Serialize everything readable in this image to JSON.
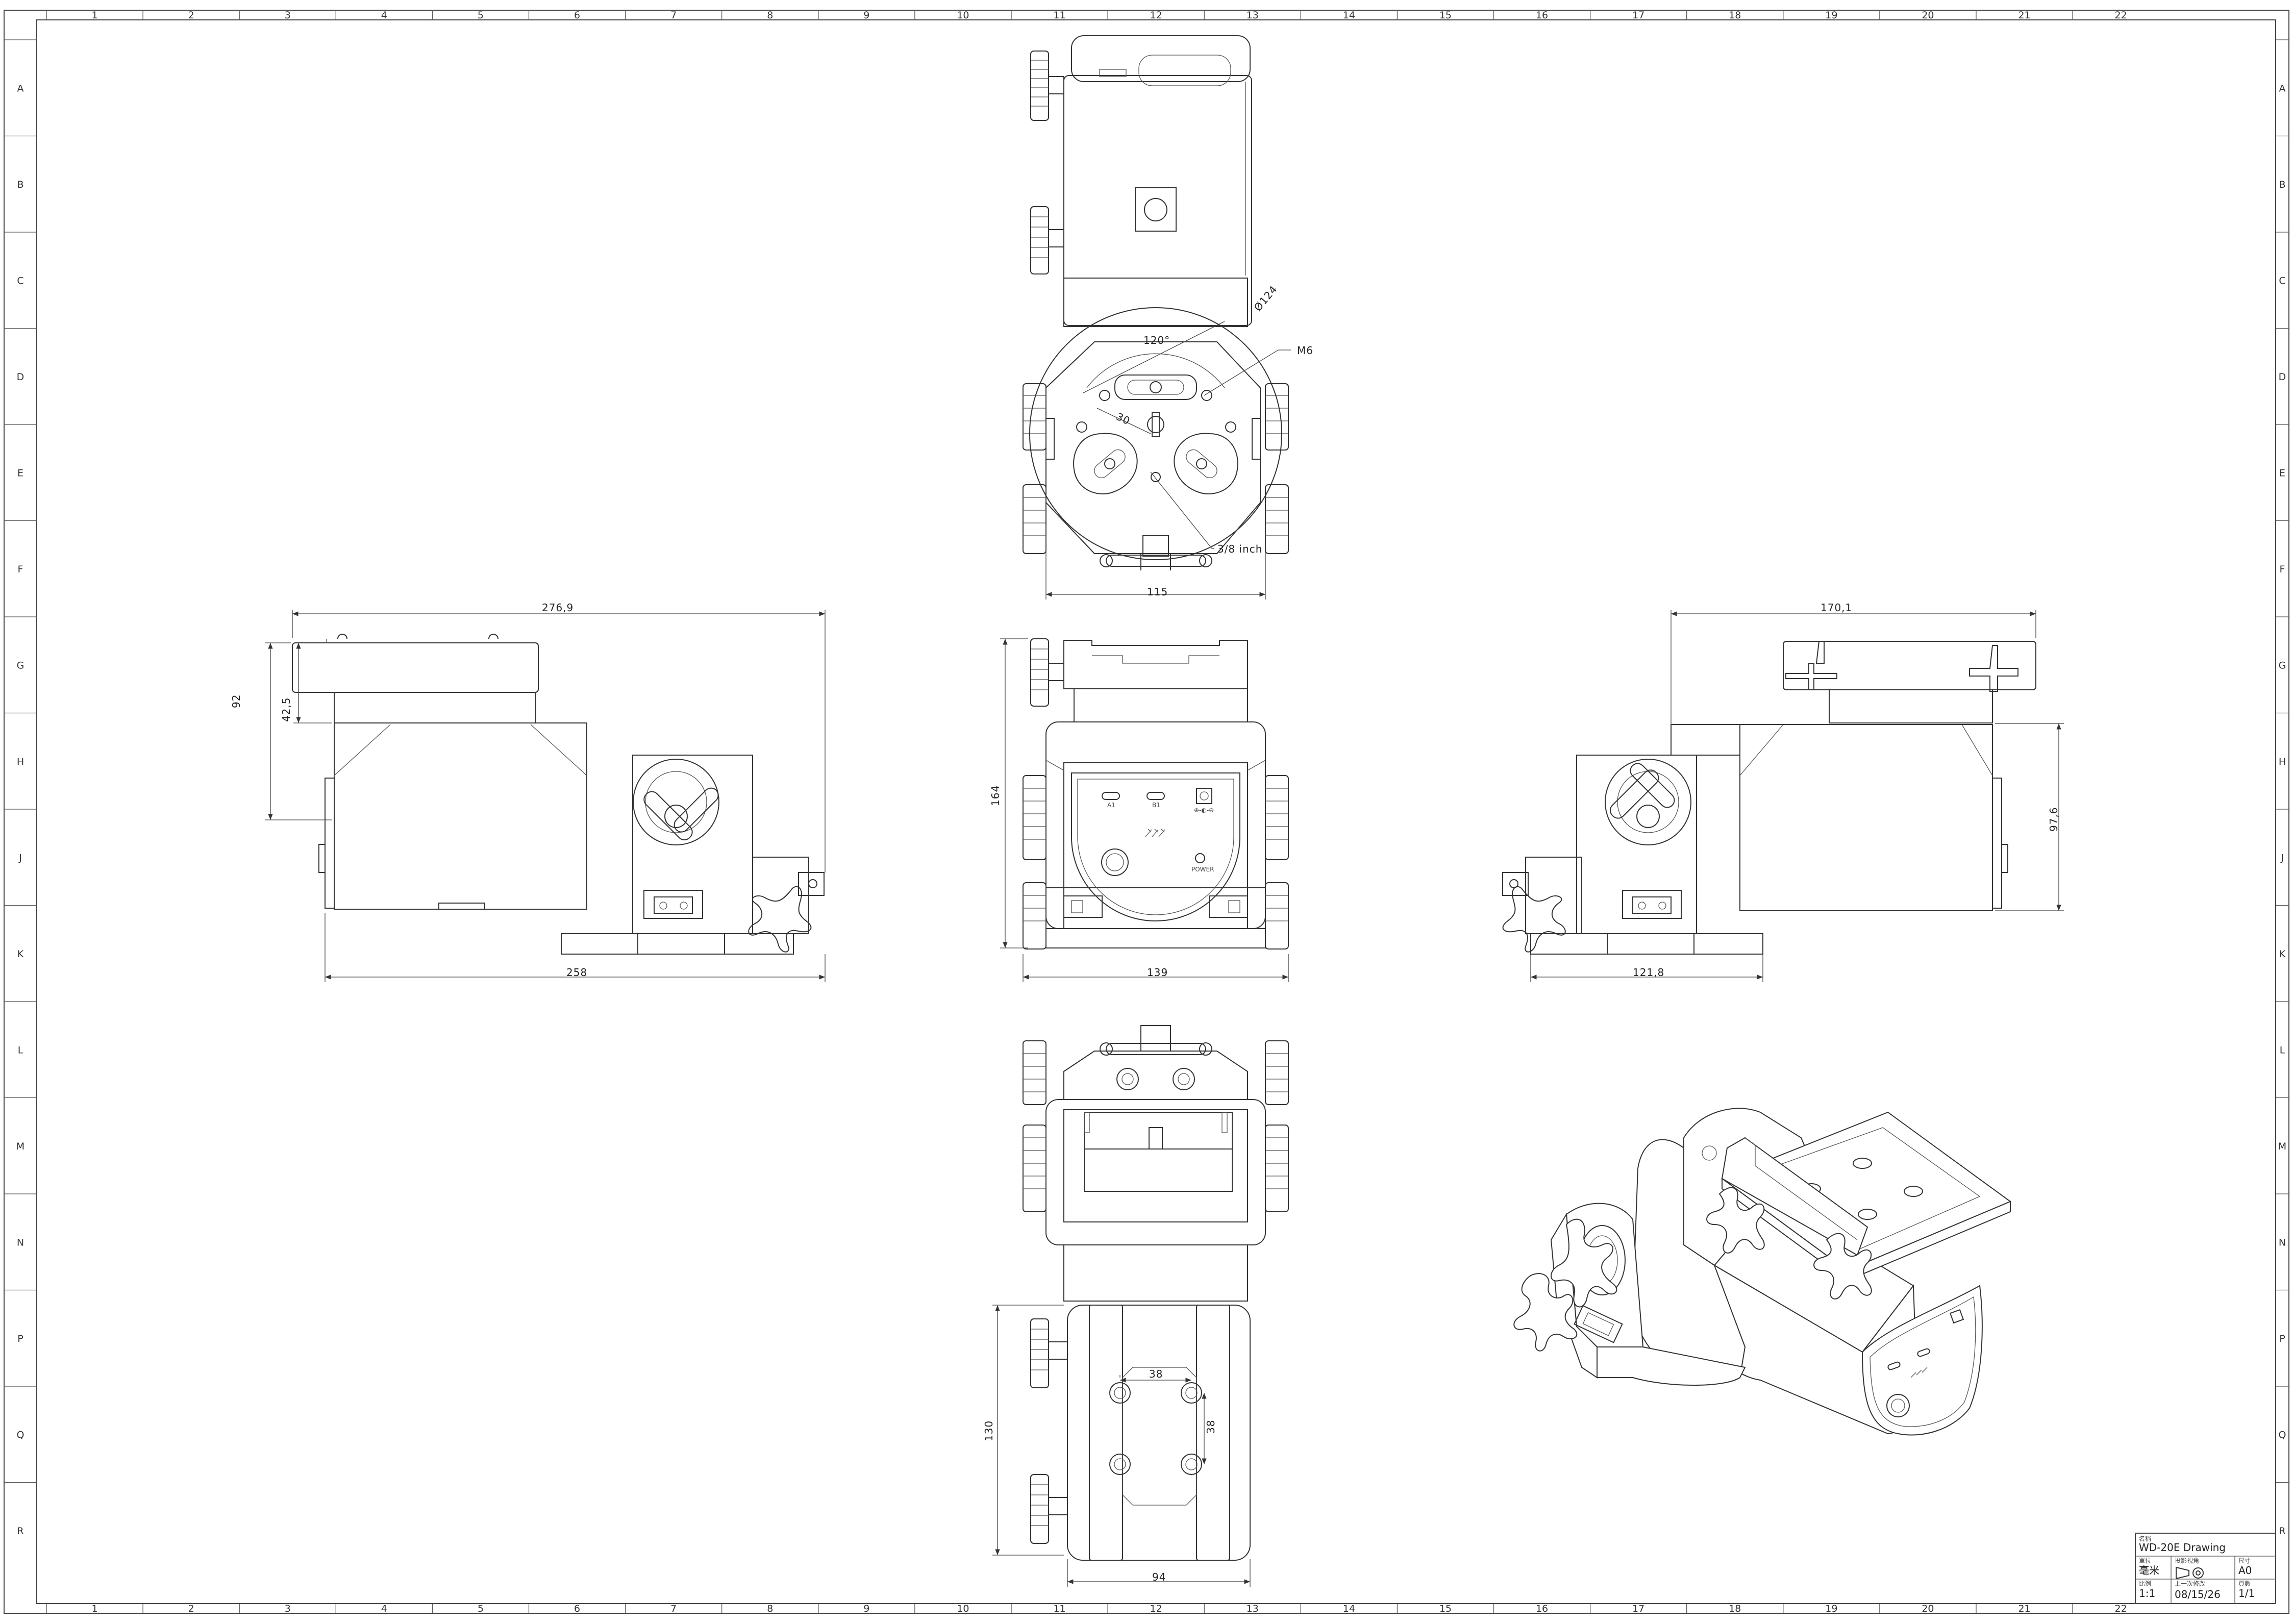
{
  "grid": {
    "columns": [
      "1",
      "2",
      "3",
      "4",
      "5",
      "6",
      "7",
      "8",
      "9",
      "10",
      "11",
      "12",
      "13",
      "14",
      "15",
      "16",
      "17",
      "18",
      "19",
      "20",
      "21",
      "22"
    ],
    "rows": [
      "A",
      "B",
      "C",
      "D",
      "E",
      "F",
      "G",
      "H",
      "J",
      "K",
      "L",
      "M",
      "N",
      "P",
      "Q",
      "R"
    ]
  },
  "dimensions": {
    "top": {
      "diameter": "Ø124",
      "angle": "120°",
      "thread": "M6",
      "offset": "30",
      "mount": "3/8 inch",
      "width": "115"
    },
    "left": {
      "length": "276,9",
      "height": "92",
      "step": "42,5",
      "base": "258"
    },
    "front": {
      "height": "164",
      "width": "139"
    },
    "right": {
      "length": "170,1",
      "height": "97,6",
      "base": "121,8"
    },
    "bottom": {
      "spacing_h": "38",
      "spacing_v": "38",
      "height": "130",
      "width": "94"
    }
  },
  "panel_labels": {
    "port_a": "A1",
    "port_b": "B1",
    "power": "⊕-◐-⊖",
    "button": "POWER"
  },
  "title_block": {
    "label_name": "名稱",
    "name": "WD-20E Drawing",
    "label_unit": "單位",
    "unit": "毫米",
    "label_projection": "投影視角",
    "label_size": "尺寸",
    "size": "A0",
    "label_scale": "比例",
    "scale": "1:1",
    "label_date": "上一次修改",
    "date": "08/15/26",
    "label_sheet": "頁數",
    "sheet": "1/1"
  }
}
